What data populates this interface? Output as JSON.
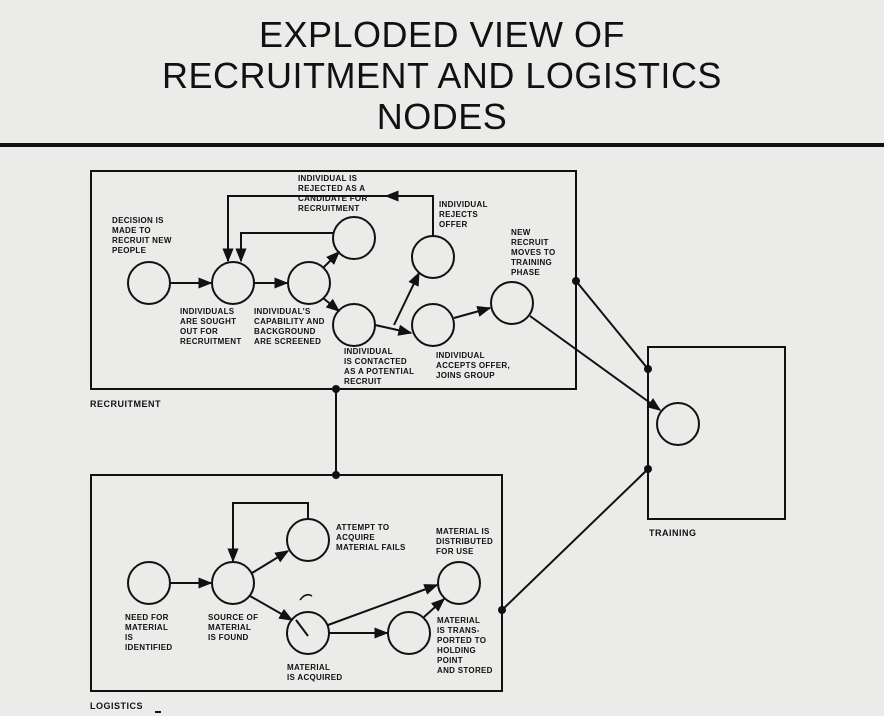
{
  "title": {
    "line1": "EXPLODED VIEW OF",
    "line2": "RECRUITMENT AND LOGISTICS",
    "line3": "NODES"
  },
  "sections": {
    "recruitment": "RECRUITMENT",
    "logistics": "LOGISTICS",
    "training": "TRAINING"
  },
  "recruitment_labels": {
    "decision": [
      "DECISION IS",
      "MADE TO",
      "RECRUIT NEW",
      "PEOPLE"
    ],
    "sought": [
      "INDIVIDUALS",
      "ARE SOUGHT",
      "OUT FOR",
      "RECRUITMENT"
    ],
    "screened": [
      "INDIVIDUAL'S",
      "CAPABILITY AND",
      "BACKGROUND",
      "ARE SCREENED"
    ],
    "rejected": [
      "INDIVIDUAL IS",
      "REJECTED AS A",
      "CANDIDATE FOR",
      "RECRUITMENT"
    ],
    "rejects_offer": [
      "INDIVIDUAL",
      "REJECTS",
      "OFFER"
    ],
    "contacted": [
      "INDIVIDUAL",
      "IS CONTACTED",
      "AS A POTENTIAL",
      "RECRUIT"
    ],
    "accepts": [
      "INDIVIDUAL",
      "ACCEPTS OFFER,",
      "JOINS GROUP"
    ],
    "moves": [
      "NEW",
      "RECRUIT",
      "MOVES TO",
      "TRAINING",
      "PHASE"
    ]
  },
  "logistics_labels": {
    "need": [
      "NEED FOR",
      "MATERIAL",
      "IS",
      "IDENTIFIED"
    ],
    "source": [
      "SOURCE OF",
      "MATERIAL",
      "IS FOUND"
    ],
    "attempt": [
      "ATTEMPT TO",
      "ACQUIRE",
      "MATERIAL FAILS"
    ],
    "acquired": [
      "MATERIAL",
      "IS ACQUIRED"
    ],
    "distributed": [
      "MATERIAL IS",
      "DISTRIBUTED",
      "FOR USE"
    ],
    "transported": [
      "MATERIAL",
      "IS TRANS-",
      "PORTED TO",
      "HOLDING",
      "POINT",
      "AND STORED"
    ]
  }
}
